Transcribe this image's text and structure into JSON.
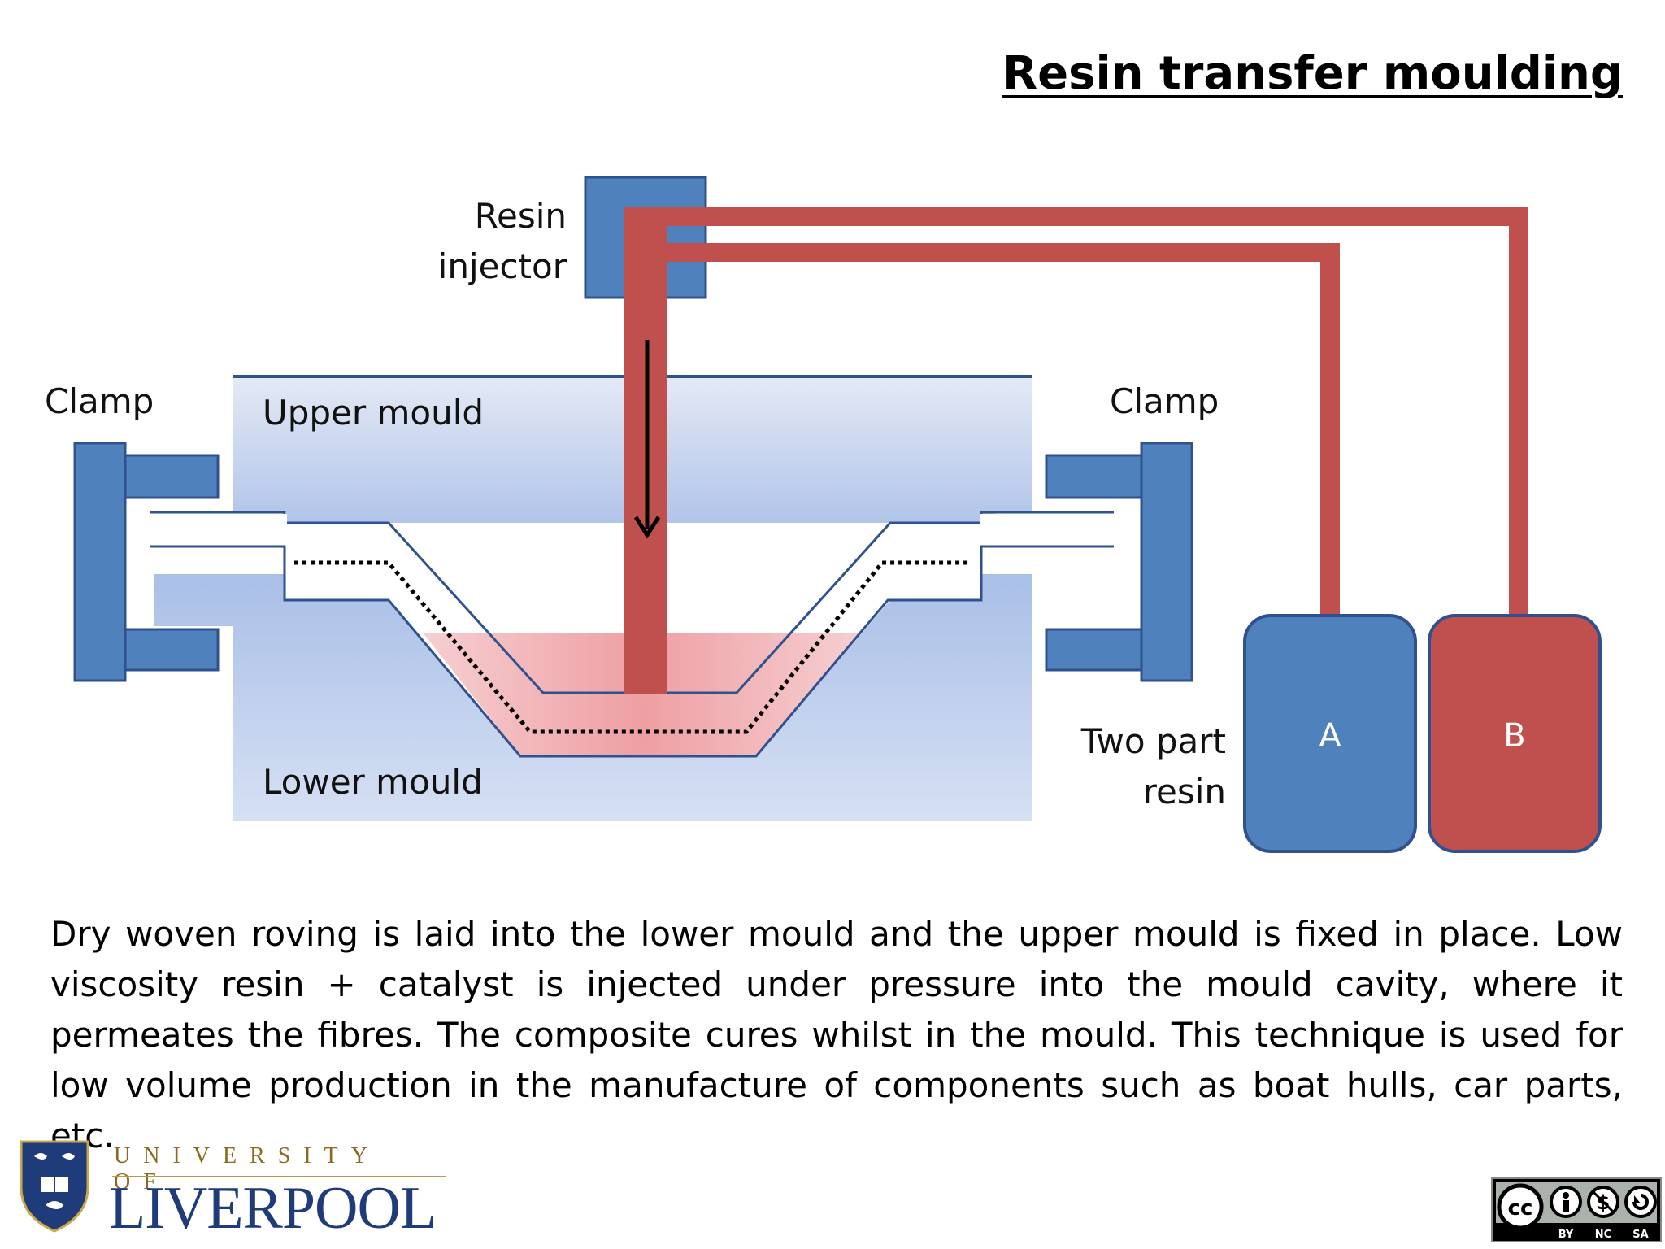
{
  "title": "Resin transfer moulding",
  "labels": {
    "resin_injector_line1": "Resin",
    "resin_injector_line2": "injector",
    "clamp_left": "Clamp",
    "clamp_right": "Clamp",
    "upper_mould": "Upper mould",
    "lower_mould": "Lower mould",
    "two_part_line1": "Two part",
    "two_part_line2": "resin",
    "part_a": "A",
    "part_b": "B"
  },
  "description": "Dry woven roving is laid into the lower mould and the upper mould is fixed in place. Low viscosity resin + catalyst is injected under pressure into the mould cavity, where it permeates the fibres. The composite cures whilst in the mould. This technique is used for low volume production in the manufacture of components such as boat hulls, car parts, etc.",
  "logo": {
    "top_text": "UNIVERSITY OF",
    "main_text": "LIVERPOOL"
  },
  "license": {
    "badge": "cc",
    "terms": [
      "BY",
      "NC",
      "SA"
    ]
  },
  "colors": {
    "blue": "#4f81bd",
    "blue_dark": "#2f528f",
    "red": "#c0504d",
    "mould_light": "#dce4f3",
    "mould_mid": "#a6bde6",
    "resin_pink": "#f2b7b8"
  }
}
